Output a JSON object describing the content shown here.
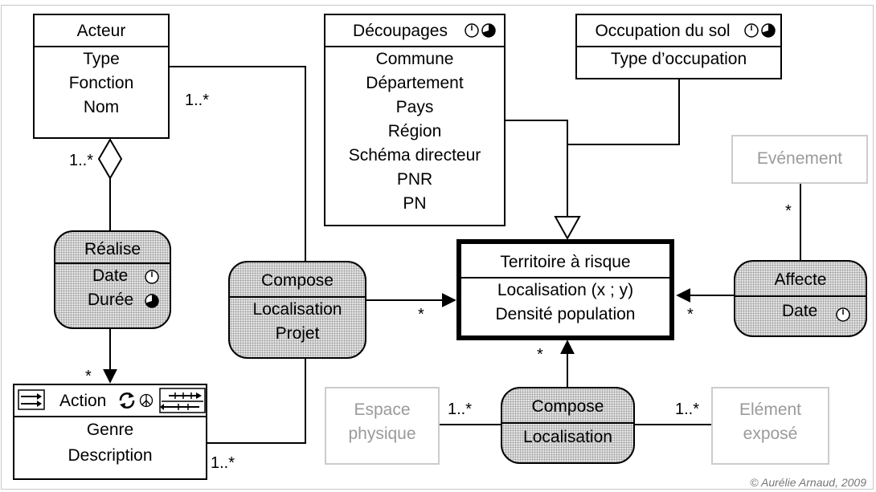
{
  "classes": {
    "acteur": {
      "title": "Acteur",
      "attrs": [
        "Type",
        "Fonction",
        "Nom"
      ]
    },
    "decoupages": {
      "title": "Découpages",
      "attrs": [
        "Commune",
        "Département",
        "Pays",
        "Région",
        "Schéma directeur",
        "PNR",
        "PN"
      ]
    },
    "occupation": {
      "title": "Occupation du sol",
      "attrs": [
        "Type d’occupation"
      ]
    },
    "territoire": {
      "title": "Territoire à risque",
      "attrs": [
        "Localisation (x ; y)",
        "Densité population"
      ]
    },
    "action": {
      "title": "Action",
      "attrs": [
        "Genre",
        "Description"
      ]
    },
    "evenement": {
      "title": "Evénement"
    },
    "espace": {
      "title_line1": "Espace",
      "title_line2": "physique"
    },
    "element": {
      "title_line1": "Elément",
      "title_line2": "exposé"
    }
  },
  "associations": {
    "realise": {
      "title": "Réalise",
      "attrs": [
        "Date",
        "Durée"
      ]
    },
    "compose_projet": {
      "title": "Compose",
      "attrs": [
        "Localisation",
        "Projet"
      ]
    },
    "affecte": {
      "title": "Affecte",
      "attrs": [
        "Date"
      ]
    },
    "compose_loc": {
      "title": "Compose",
      "attrs": [
        "Localisation"
      ]
    }
  },
  "multiplicities": {
    "acteur_compose": "1..*",
    "acteur_realise": "1..*",
    "realise_action": "*",
    "action_compose": "1..*",
    "compose_territoire": "*",
    "affecte_territoire": "*",
    "evenement_affecte": "*",
    "territoire_compose": "*",
    "espace_compose": "1..*",
    "element_compose": "1..*"
  },
  "icons": {
    "instant": "clock-instant-icon",
    "duration": "clock-duration-icon",
    "temporal_pair": "temporal-pair-icon",
    "action_left": "transition-arrows-icon",
    "action_cycle": "cycle-icon",
    "action_peace": "peace-symbol-icon",
    "action_right": "timeline-arrows-icon"
  },
  "colors": {
    "line": "#000000",
    "ghost_border": "#cccccc",
    "ghost_text": "#9a9a9a",
    "assoc_fill": "#e4e4e4"
  },
  "credit": "© Aurélie Arnaud, 2009"
}
